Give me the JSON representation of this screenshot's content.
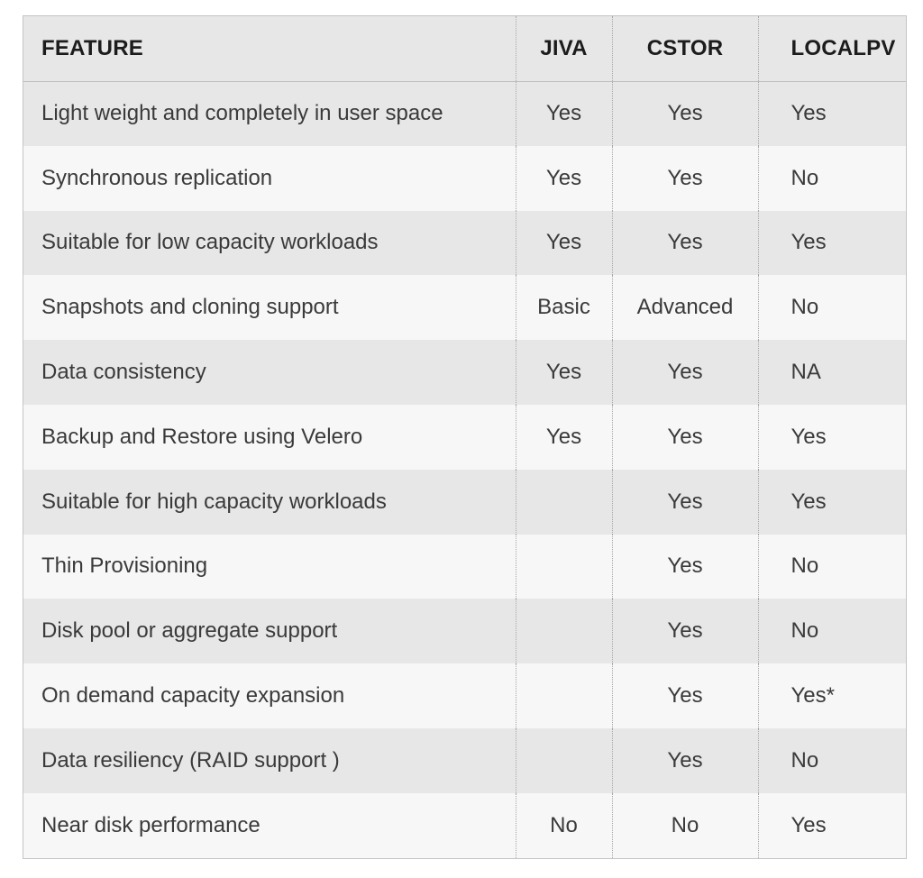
{
  "table": {
    "headers": [
      "FEATURE",
      "JIVA",
      "CSTOR",
      "LOCALPV"
    ],
    "rows": [
      [
        "Light weight and completely in user space",
        "Yes",
        "Yes",
        "Yes"
      ],
      [
        "Synchronous replication",
        "Yes",
        "Yes",
        "No"
      ],
      [
        "Suitable for low capacity workloads",
        "Yes",
        "Yes",
        "Yes"
      ],
      [
        "Snapshots and cloning support",
        "Basic",
        "Advanced",
        "No"
      ],
      [
        "Data consistency",
        "Yes",
        "Yes",
        "NA"
      ],
      [
        "Backup and Restore using Velero",
        "Yes",
        "Yes",
        "Yes"
      ],
      [
        "Suitable for high capacity workloads",
        "",
        "Yes",
        "Yes"
      ],
      [
        "Thin Provisioning",
        "",
        "Yes",
        "No"
      ],
      [
        "Disk pool or aggregate support",
        "",
        "Yes",
        "No"
      ],
      [
        "On demand capacity expansion",
        "",
        "Yes",
        "Yes*"
      ],
      [
        "Data resiliency (RAID support )",
        "",
        "Yes",
        "No"
      ],
      [
        "Near disk performance",
        "No",
        "No",
        "Yes"
      ]
    ]
  },
  "colors": {
    "row_dark": "#e7e7e7",
    "row_light": "#f7f7f7",
    "text": "#3a3a3a",
    "header_text": "#1c1c1c",
    "border": "#c4c4c4"
  }
}
